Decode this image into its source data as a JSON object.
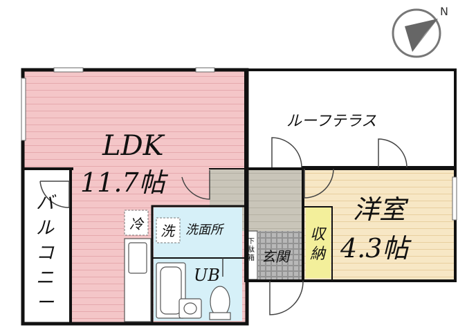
{
  "compass": {
    "north_label": "N"
  },
  "rooms": {
    "ldk": {
      "name": "LDK",
      "size": "11.7帖"
    },
    "roof_terrace": {
      "name": "ルーフテラス"
    },
    "western_room": {
      "name": "洋室",
      "size": "4.3帖"
    },
    "balcony": {
      "chars": [
        "バ",
        "ル",
        "コ",
        "ニ",
        "ー"
      ]
    },
    "washroom": {
      "name": "洗面所"
    },
    "bathroom": {
      "name": "UB"
    },
    "entrance": {
      "name": "玄関"
    },
    "storage": {
      "chars": [
        "収",
        "納"
      ]
    },
    "shoe_box": {
      "chars": [
        "下",
        "駄",
        "箱"
      ]
    },
    "fridge_space": {
      "mark": "冷"
    },
    "washer_space": {
      "mark": "洗"
    }
  },
  "colors": {
    "ldk": "#f4c6c8",
    "western_room": "#f7e7c5",
    "storage": "#f3ef9b",
    "washroom": "#d6f0f8",
    "bathroom": "#d6f0f8",
    "hall": "#c9c5b9",
    "entrance_tile": "#b8b8b8",
    "wall": "#111111"
  }
}
